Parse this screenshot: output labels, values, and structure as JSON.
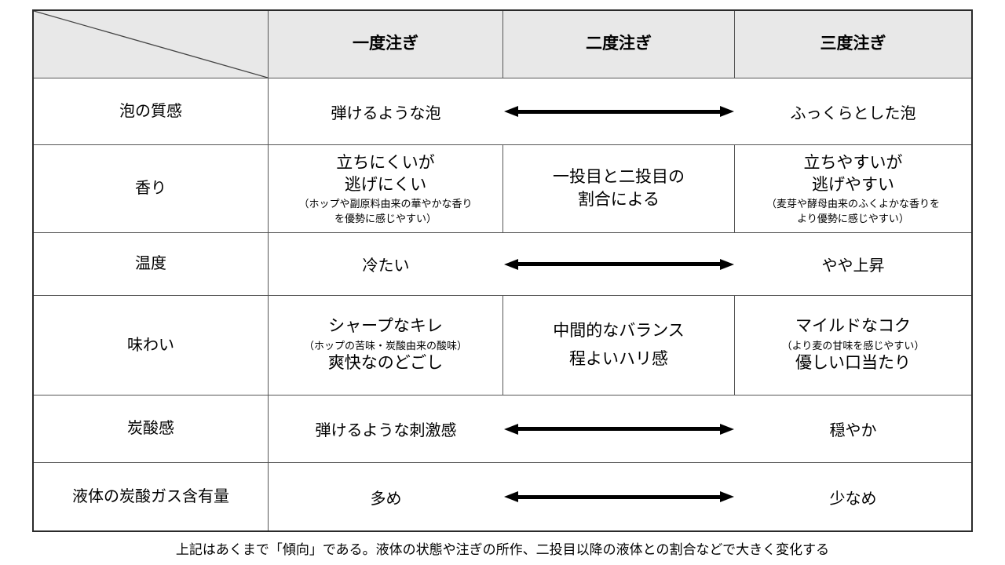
{
  "colors": {
    "header_bg": "#e8e8e8",
    "border": "#555555",
    "outer_border": "#2a2a2a",
    "text": "#000000"
  },
  "header": {
    "col1": "一度注ぎ",
    "col2": "二度注ぎ",
    "col3": "三度注ぎ"
  },
  "rows": {
    "foam": {
      "label": "泡の質感",
      "left": "弾けるような泡",
      "right": "ふっくらとした泡"
    },
    "aroma": {
      "label": "香り",
      "first": {
        "line1": "立ちにくいが",
        "line2": "逃げにくい",
        "note1": "（ホップや副原料由来の華やかな香り",
        "note2": "を優勢に感じやすい）"
      },
      "second": {
        "line1": "一投目と二投目の",
        "line2": "割合による"
      },
      "third": {
        "line1": "立ちやすいが",
        "line2": "逃げやすい",
        "note1": "（麦芽や酵母由来のふくよかな香りを",
        "note2": "より優勢に感じやすい）"
      }
    },
    "temperature": {
      "label": "温度",
      "left": "冷たい",
      "right": "やや上昇"
    },
    "taste": {
      "label": "味わい",
      "first": {
        "line1": "シャープなキレ",
        "note": "（ホップの苦味・炭酸由来の酸味）",
        "line2": "爽快なのどごし"
      },
      "second": {
        "line1": "中間的なバランス",
        "line2": "程よいハリ感"
      },
      "third": {
        "line1": "マイルドなコク",
        "note": "（より麦の甘味を感じやすい）",
        "line2": "優しい口当たり"
      }
    },
    "carbonation": {
      "label": "炭酸感",
      "left": "弾けるような刺激感",
      "right": "穏やか"
    },
    "gas": {
      "label": "液体の炭酸ガス含有量",
      "left": "多め",
      "right": "少なめ"
    }
  },
  "footnote": "上記はあくまで「傾向」である。液体の状態や注ぎの所作、二投目以降の液体との割合などで大きく変化する"
}
